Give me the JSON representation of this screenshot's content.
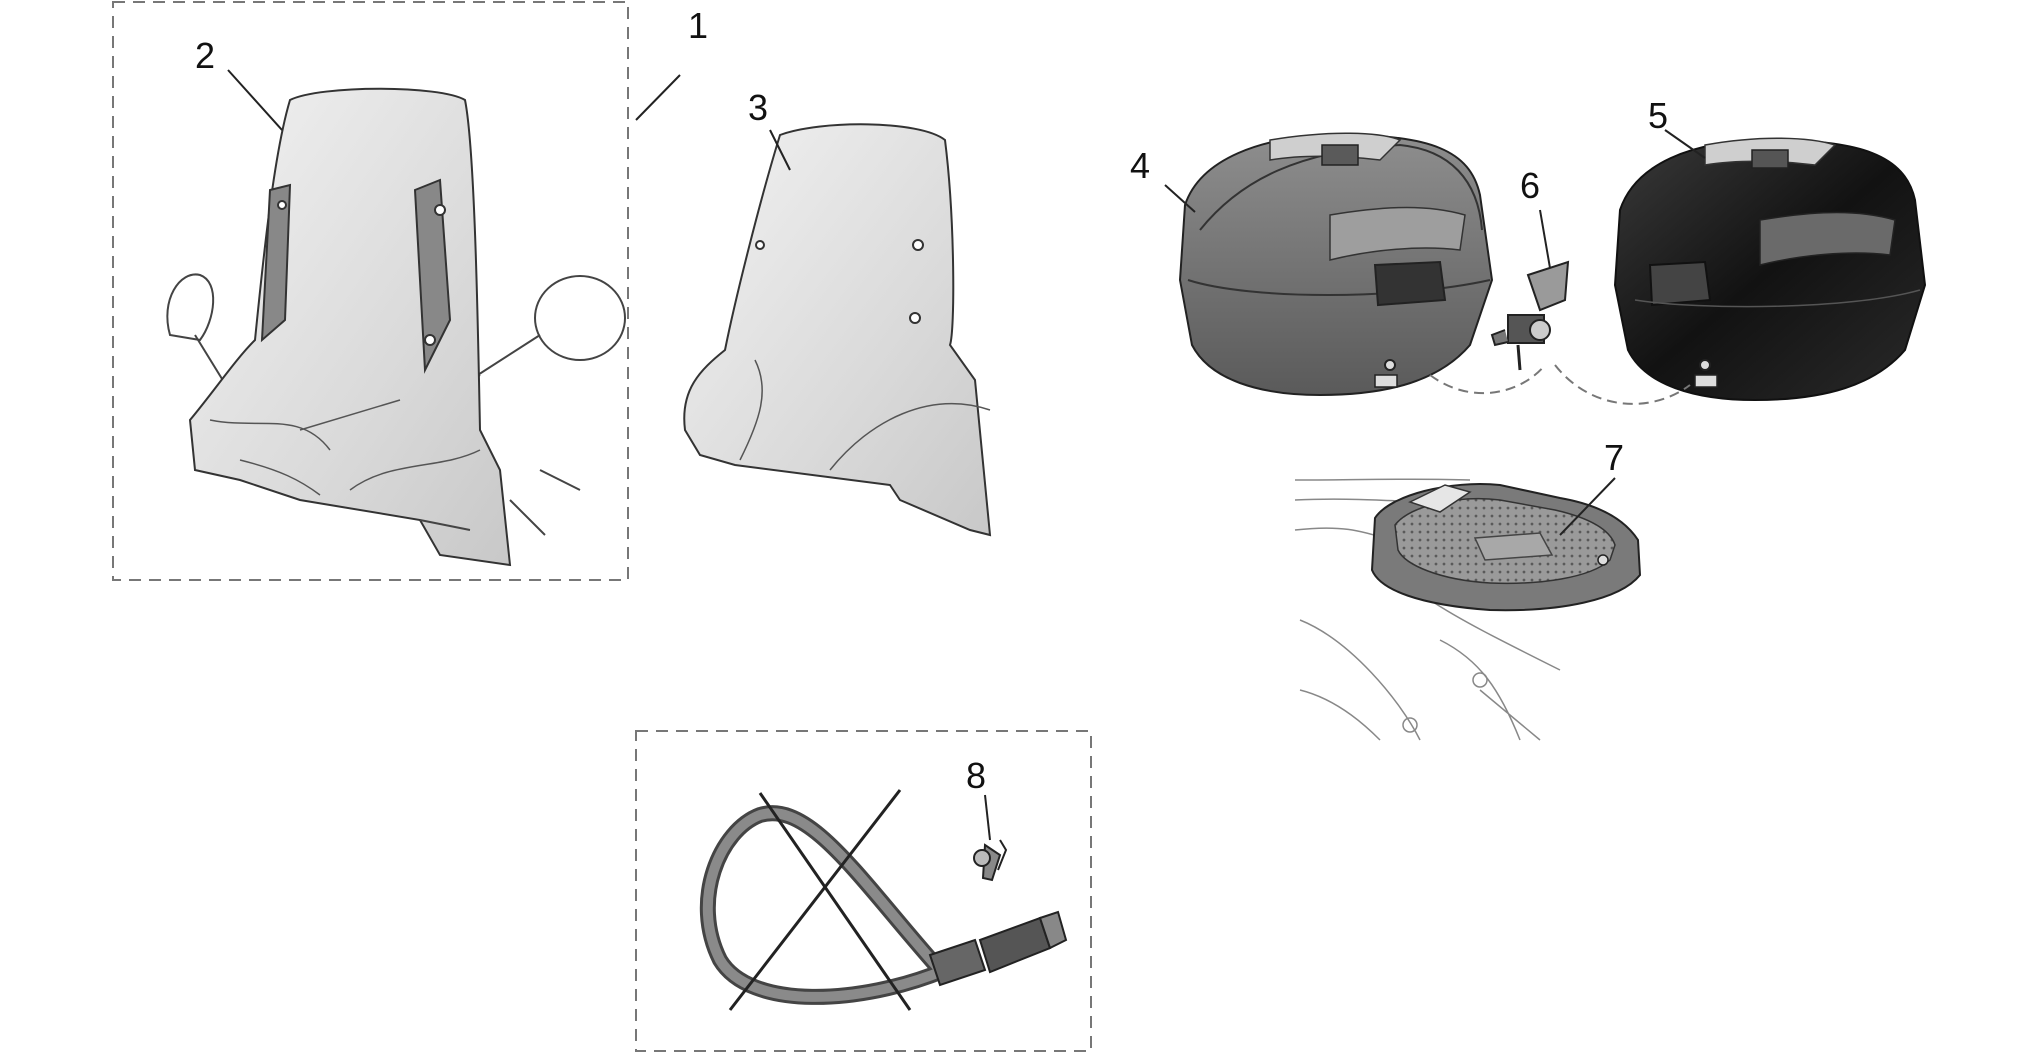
{
  "parts": [
    {
      "number": "1",
      "name": "windscreen-kit-group"
    },
    {
      "number": "2",
      "name": "tall-windscreen-mounted"
    },
    {
      "number": "3",
      "name": "windscreen"
    },
    {
      "number": "4",
      "name": "top-box-grey"
    },
    {
      "number": "5",
      "name": "top-box-black"
    },
    {
      "number": "6",
      "name": "top-box-lock-hinge"
    },
    {
      "number": "7",
      "name": "top-box-rack-plate"
    },
    {
      "number": "8",
      "name": "lock-keys"
    }
  ],
  "colors": {
    "line": "#333333",
    "box_grey": "#7a7a7a",
    "box_black": "#1c1c1c",
    "screen": "#e6e6e6",
    "dash": "#777777"
  }
}
